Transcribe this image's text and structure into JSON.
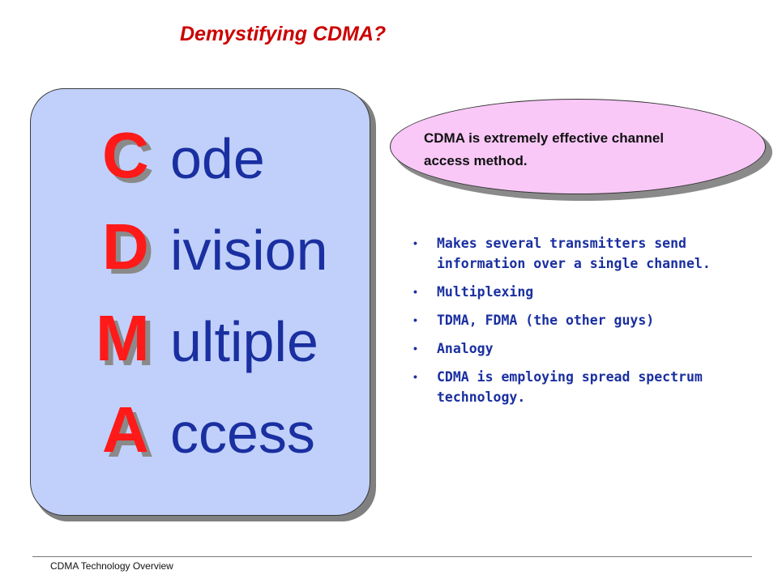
{
  "slide": {
    "title": "Demystifying CDMA?",
    "acronym": [
      {
        "letter": "C",
        "rest": "ode"
      },
      {
        "letter": "D",
        "rest": "ivision"
      },
      {
        "letter": "M",
        "rest": "ultiple"
      },
      {
        "letter": "A",
        "rest": "ccess"
      }
    ],
    "callout": "CDMA is extremely effective channel access method.",
    "bullet_symbol": "•",
    "bullets": [
      "Makes several transmitters send information over a single channel.",
      "Multiplexing",
      "TDMA, FDMA (the other guys)",
      "Analogy",
      "CDMA is employing spread spectrum technology."
    ],
    "footer": "CDMA Technology Overview"
  },
  "colors": {
    "title": "#cc0000",
    "letters": "#ff1a1a",
    "words": "#1a2fa0",
    "panel": "#c0d0fa",
    "callout_fill": "#f9c8f7"
  }
}
